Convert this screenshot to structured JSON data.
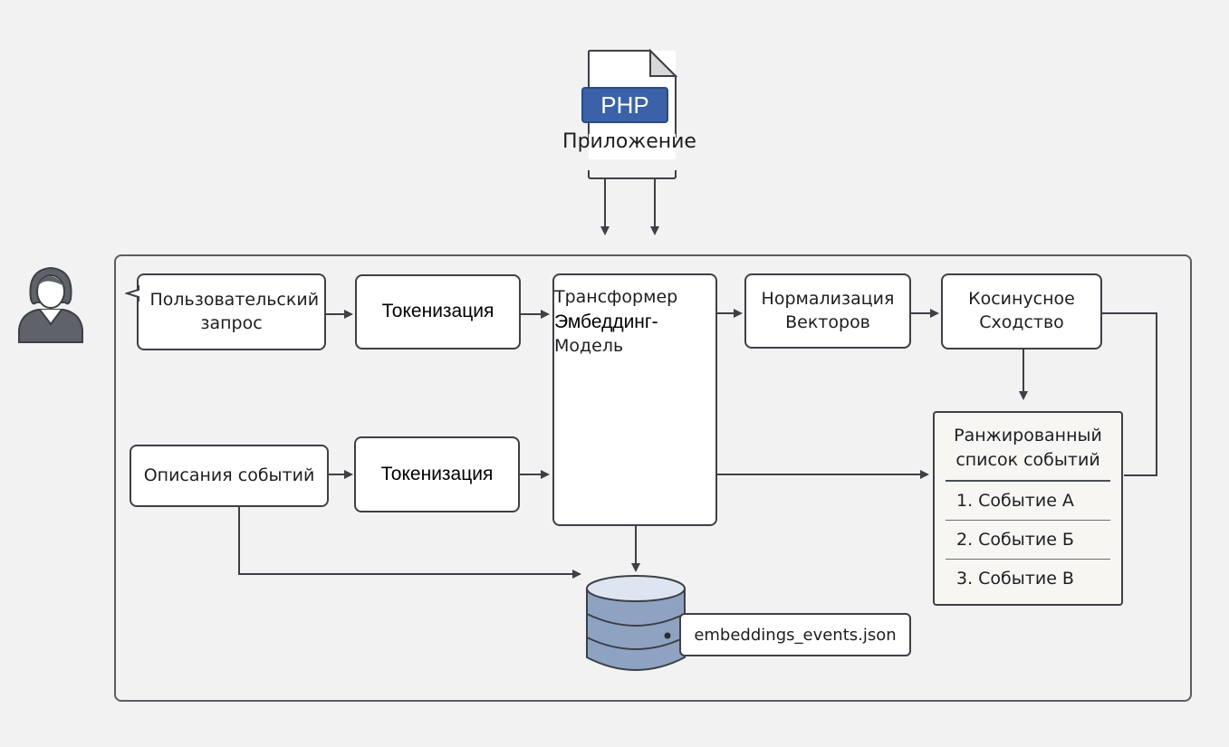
{
  "app": {
    "badge": "PHP",
    "label": "Приложение"
  },
  "user": {
    "icon": "user-icon"
  },
  "nodes": {
    "user_query": "Пользовательский запрос",
    "tokenize_query": "Токенизация",
    "transformer_line1": "Трансформер",
    "transformer_line2": "Эмбеддинг-",
    "transformer_line3": "Модель",
    "normalization": "Нормализация Векторов",
    "cosine": "Косинусное Сходство",
    "event_descriptions": "Описания событий",
    "tokenize_events": "Токенизация"
  },
  "ranked_list": {
    "title": "Ранжированный список событий",
    "items": [
      "1. Событие А",
      "2. Событие Б",
      "3. Событие В"
    ]
  },
  "storage": {
    "icon": "database-icon",
    "file": "embeddings_events.json"
  },
  "colors": {
    "php_blue": "#3b62a8",
    "db_fill": "#8ea3c2",
    "db_top": "#dde5f0",
    "stroke": "#3d4047"
  }
}
